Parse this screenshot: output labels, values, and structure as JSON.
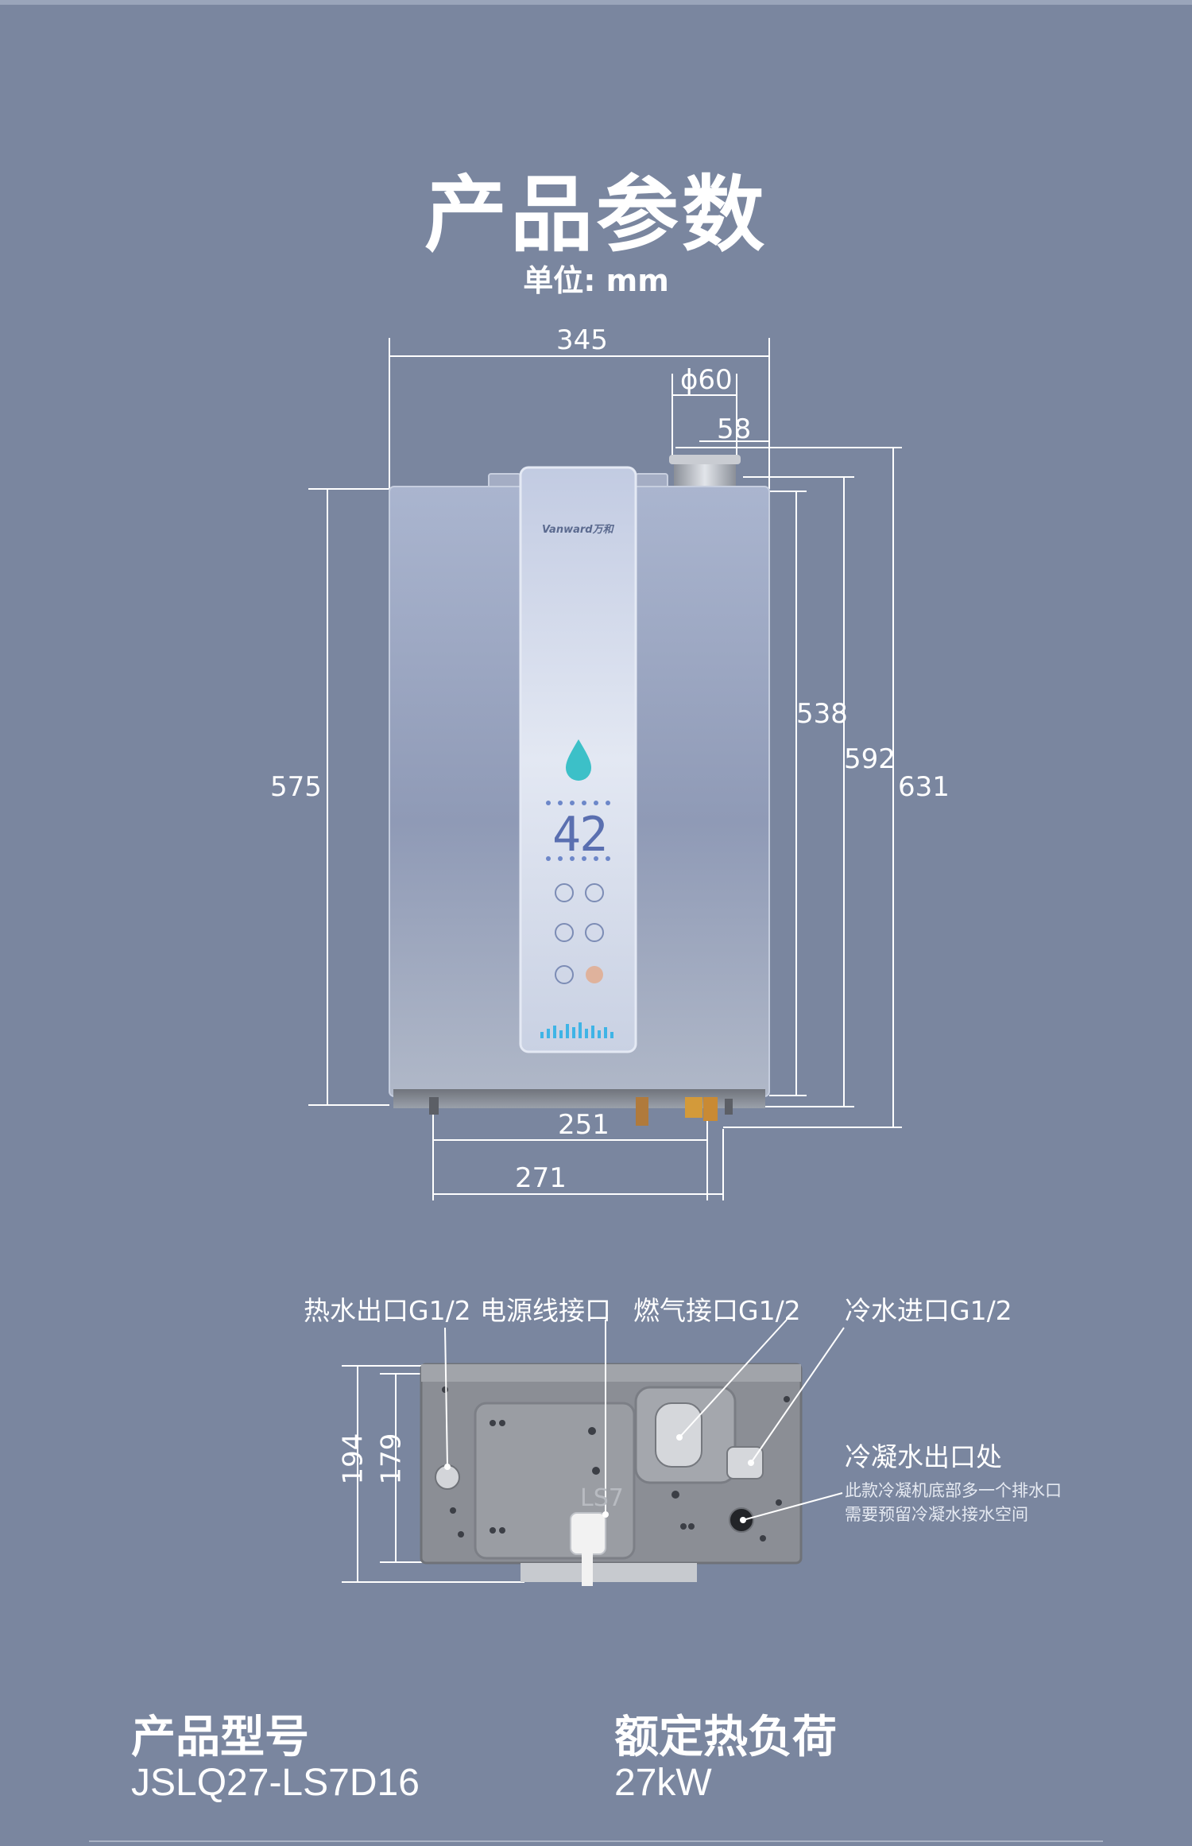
{
  "header": {
    "title": "产品参数",
    "unit": "单位: mm"
  },
  "product": {
    "brand": "Vanward万和",
    "display_temp": "42"
  },
  "dimensions": {
    "width": "345",
    "flue_diameter": "ϕ60",
    "flue_offset": "58",
    "height_left": "575",
    "height_body": "538",
    "height_bracket": "592",
    "height_total": "631",
    "pipe_span_inner": "251",
    "pipe_span_outer": "271",
    "bottom_depth_outer": "194",
    "bottom_depth_inner": "179"
  },
  "bottom_view": {
    "hot_water_outlet": "热水出口G1/2",
    "power_interface": "电源线接口",
    "gas_inlet": "燃气接口G1/2",
    "cold_water_inlet": "冷水进口G1/2",
    "condensate_outlet": "冷凝水出口处",
    "condensate_note_1": "此款冷凝机底部多一个排水口",
    "condensate_note_2": "需要预留冷凝水接水空间",
    "model_mark": "LS7"
  },
  "specs": {
    "model_label": "产品型号",
    "model_value": "JSLQ27-LS7D16",
    "rated_load_label": "额定热负荷",
    "rated_load_value": "27kW"
  },
  "colors": {
    "background": "#7a869f",
    "text": "#ffffff"
  }
}
